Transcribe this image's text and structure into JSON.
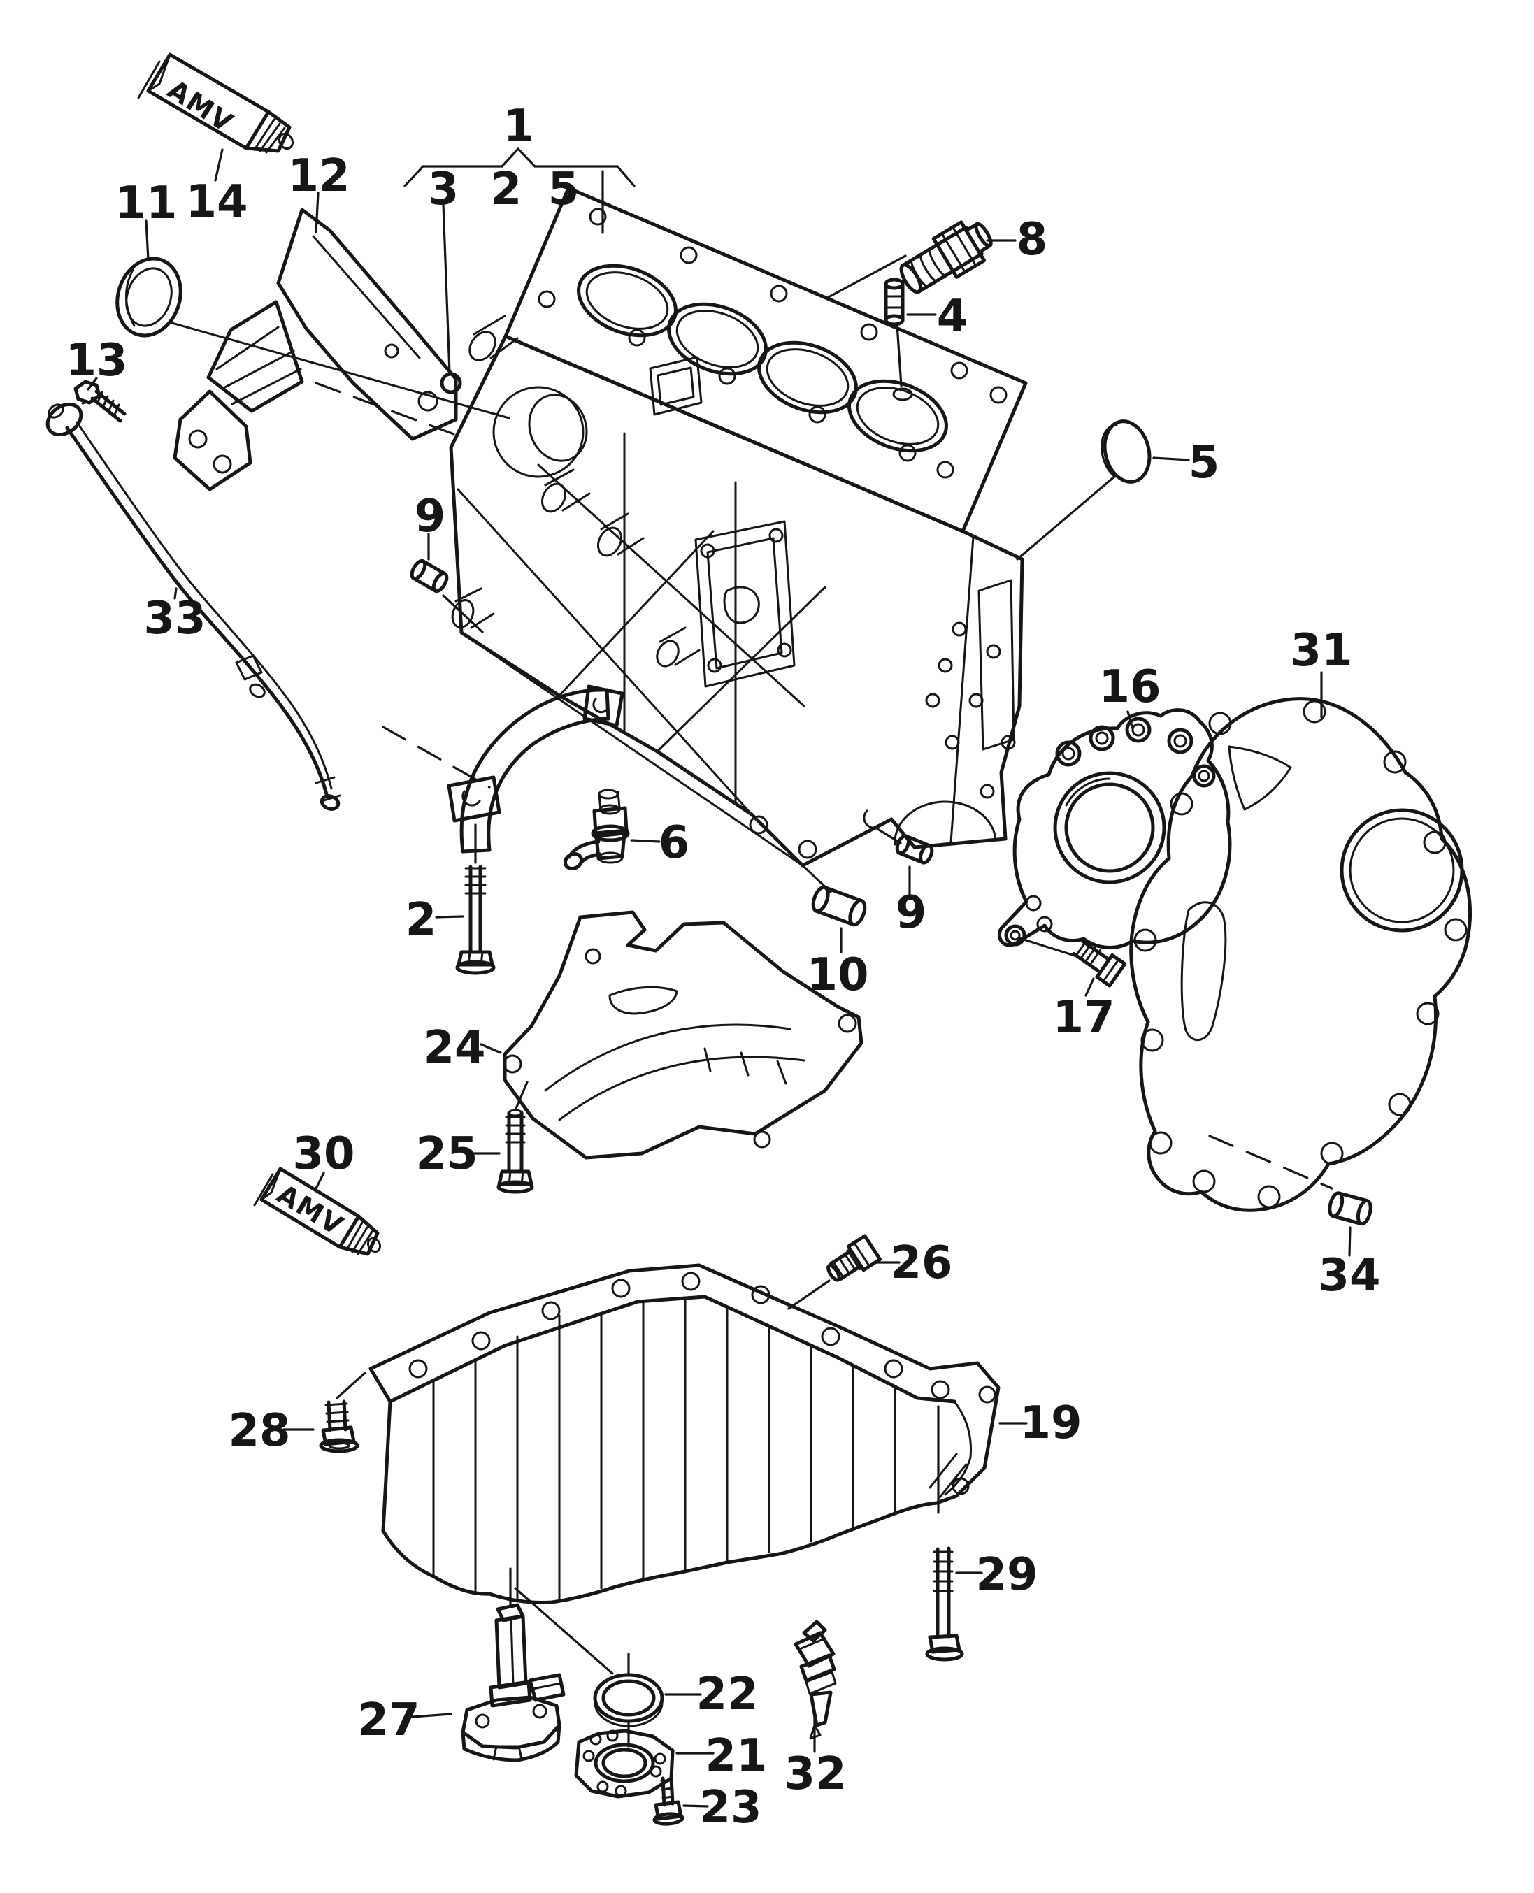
{
  "diagram": {
    "type": "exploded-parts-diagram",
    "subject": "engine cylinder block with oil sump",
    "background": "#ffffff",
    "ink": "#161616",
    "sealant": {
      "label": "AMV"
    },
    "callouts": {
      "group1": {
        "label": "1"
      },
      "group3": {
        "label": "3"
      },
      "group2": {
        "label": "2"
      },
      "group5": {
        "label": "5"
      },
      "plug8": {
        "label": "8"
      },
      "dowel4": {
        "label": "4"
      },
      "cap5": {
        "label": "5"
      },
      "seal11": {
        "label": "11"
      },
      "sealant14": {
        "label": "14"
      },
      "bracket12": {
        "label": "12"
      },
      "bolt13": {
        "label": "13"
      },
      "dipstick33": {
        "label": "33"
      },
      "sleeve9a": {
        "label": "9"
      },
      "nozzle6": {
        "label": "6"
      },
      "bolt2": {
        "label": "2"
      },
      "sleeve9b": {
        "label": "9"
      },
      "bushing10": {
        "label": "10"
      },
      "flange16": {
        "label": "16"
      },
      "bolt17": {
        "label": "17"
      },
      "plate31": {
        "label": "31"
      },
      "dowel34": {
        "label": "34"
      },
      "baffle24": {
        "label": "24"
      },
      "bolt25": {
        "label": "25"
      },
      "sealant30": {
        "label": "30"
      },
      "plug26": {
        "label": "26"
      },
      "sump19": {
        "label": "19"
      },
      "bolt28": {
        "label": "28"
      },
      "bolt29": {
        "label": "29"
      },
      "sensor27": {
        "label": "27"
      },
      "seal22": {
        "label": "22"
      },
      "flange21": {
        "label": "21"
      },
      "bolt23": {
        "label": "23"
      },
      "retainer32": {
        "label": "32"
      }
    }
  }
}
